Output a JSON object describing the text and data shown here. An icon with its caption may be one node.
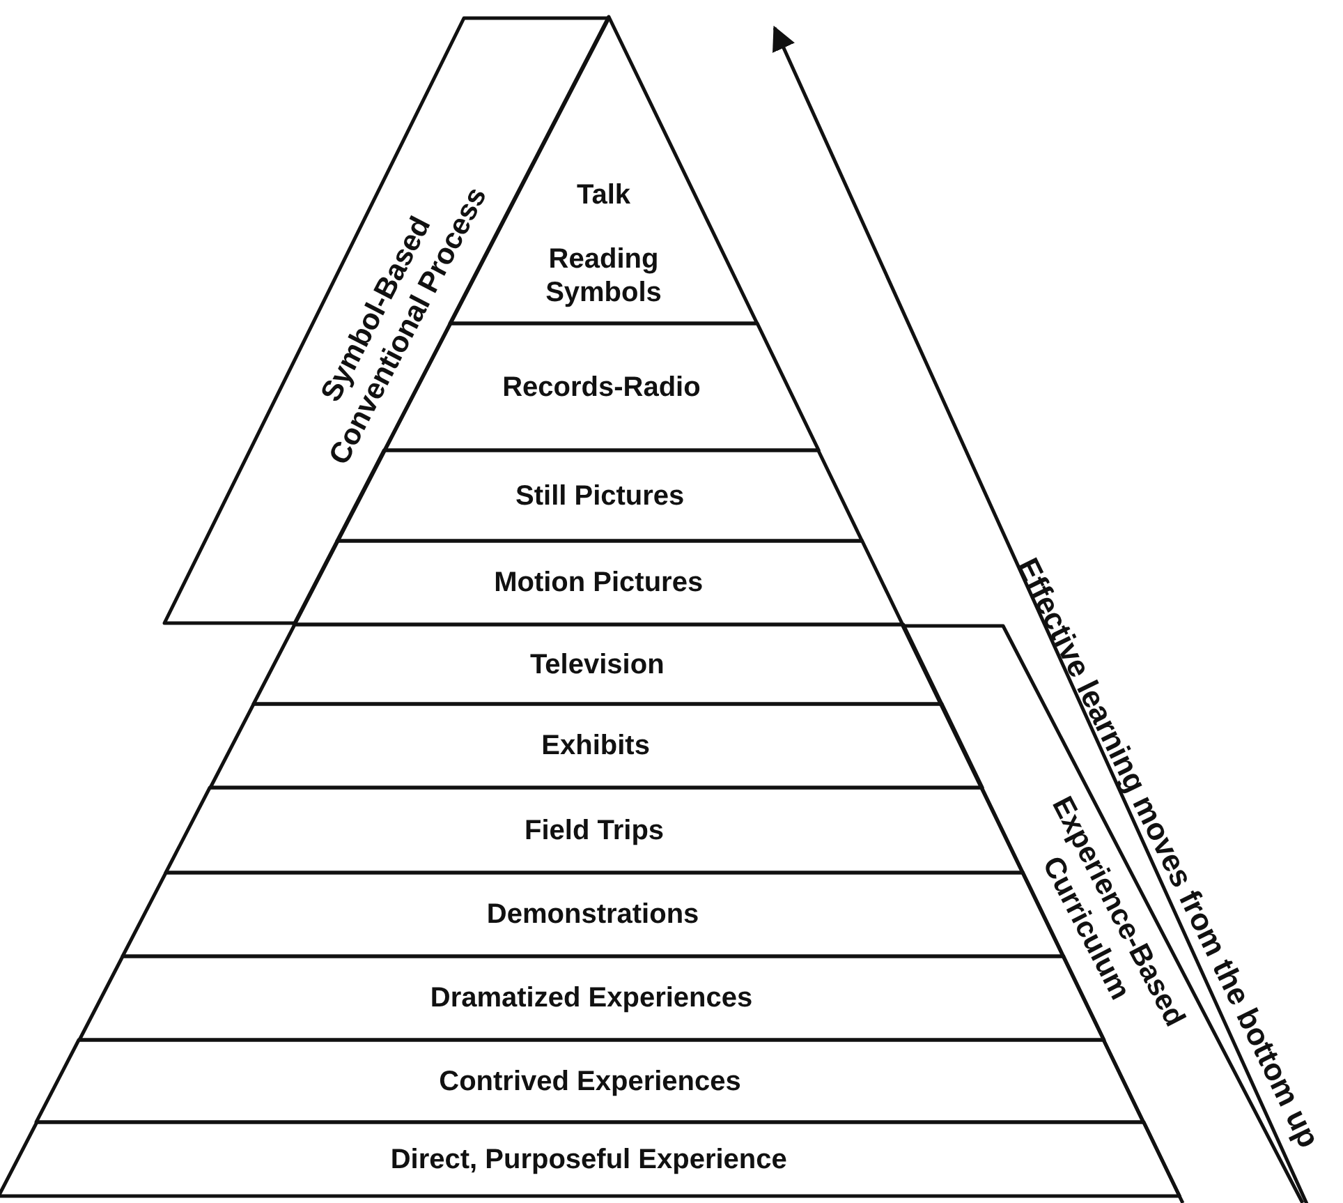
{
  "diagram": {
    "nodes": [
      {
        "text": [
          "Talk",
          "Reading Symbols"
        ]
      },
      {
        "text": [
          "Records-Radio"
        ]
      },
      {
        "text": [
          "Still Pictures"
        ]
      },
      {
        "text": [
          "Motion Pictures"
        ]
      },
      {
        "text": [
          "Television"
        ]
      },
      {
        "text": [
          "Exhibits"
        ]
      },
      {
        "text": [
          "Field Trips"
        ]
      },
      {
        "text": [
          "Demonstrations"
        ]
      },
      {
        "text": [
          "Dramatized Experiences"
        ]
      },
      {
        "text": [
          "Contrived Experiences"
        ]
      },
      {
        "text": [
          "Direct, Purposeful Experience"
        ]
      },
      {
        "text": [
          "Symbol-Based Conventional Process"
        ]
      },
      {
        "text": [
          "Experience-Based Curriculum"
        ]
      }
    ],
    "labels": [
      "Effective learning moves from the bottom up"
    ]
  }
}
